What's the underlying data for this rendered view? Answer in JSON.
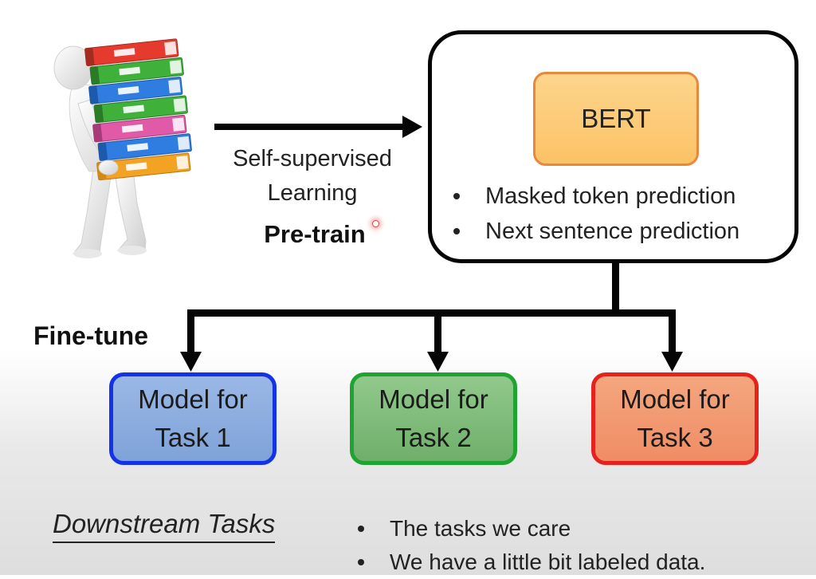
{
  "pretrain": {
    "arrow_text_line1": "Self-supervised",
    "arrow_text_line2": "Learning",
    "label": "Pre-train"
  },
  "bert": {
    "model_label": "BERT",
    "tasks": [
      "Masked token prediction",
      "Next sentence prediction"
    ]
  },
  "finetune": {
    "label": "Fine-tune",
    "models": [
      {
        "line1": "Model for",
        "line2": "Task 1",
        "color": "#7fa2d8",
        "border": "#1432e6"
      },
      {
        "line1": "Model for",
        "line2": "Task 2",
        "color": "#6faf6a",
        "border": "#1fa431"
      },
      {
        "line1": "Model for",
        "line2": "Task 3",
        "color": "#ef8d65",
        "border": "#e6221e"
      }
    ]
  },
  "downstream": {
    "label": "Downstream Tasks",
    "bullets": [
      "The tasks we care",
      "We have a little bit labeled data."
    ]
  },
  "illustration": {
    "icon": "person-carrying-books-icon",
    "binder_colors": [
      "#e63a2e",
      "#3fb13a",
      "#2f7de0",
      "#3fb13a",
      "#e05aa8",
      "#2f7de0",
      "#f2a324"
    ]
  }
}
